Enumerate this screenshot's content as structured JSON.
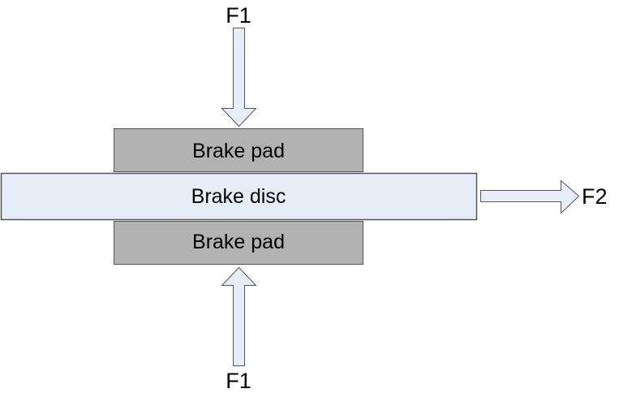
{
  "diagram": {
    "title": "",
    "components": {
      "top_pad": {
        "label": "Brake pad"
      },
      "disc": {
        "label": "Brake disc"
      },
      "bottom_pad": {
        "label": "Brake pad"
      }
    },
    "forces": {
      "top": {
        "label": "F1",
        "direction": "down"
      },
      "bottom": {
        "label": "F1",
        "direction": "up"
      },
      "right": {
        "label": "F2",
        "direction": "right"
      }
    },
    "colors": {
      "pad_fill": "#b2b2b2",
      "disc_fill": "#e6edf7",
      "arrow_fill": "#e6edf7",
      "stroke": "#555555"
    }
  }
}
